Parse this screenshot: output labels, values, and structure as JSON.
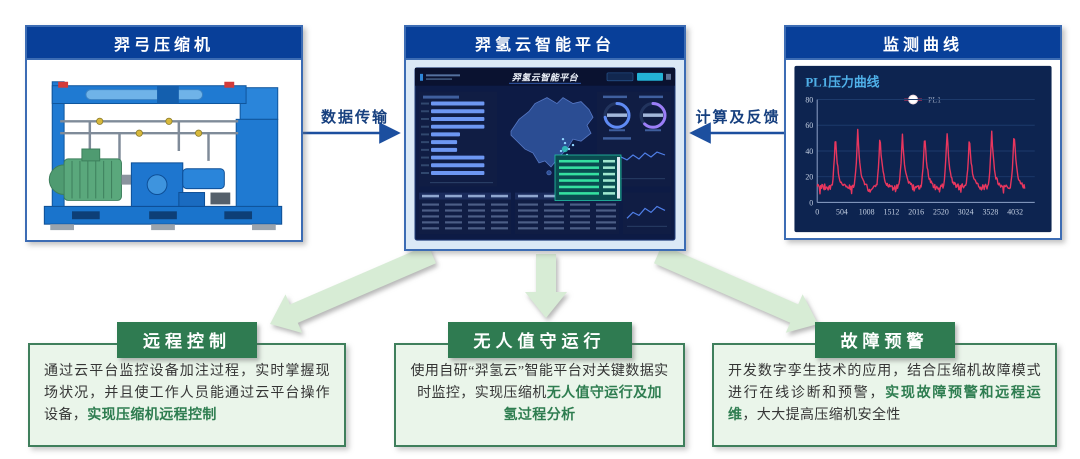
{
  "colors": {
    "header_blue": "#083f99",
    "box_border_blue": "#3c6cb4",
    "arrow_blue": "#1c4f9f",
    "label_blue": "#17407f",
    "panel_green_dark": "#2f7b51",
    "panel_green_light": "#eaf5ea",
    "highlight_green": "#2e7d50",
    "block_arrow_green": "#d7ecd5",
    "chart_line_pink": "#e8365e",
    "chart_panel_navy": "#0d2450"
  },
  "top_boxes": [
    {
      "id": "compressor",
      "title": "羿弓压缩机"
    },
    {
      "id": "platform",
      "title": "羿氢云智能平台"
    },
    {
      "id": "curves",
      "title": "监测曲线"
    }
  ],
  "platform": {
    "dashboard_title": "羿氢云智能平台",
    "dashboard": {
      "bars": [
        0.92,
        0.92,
        0.92,
        0.92,
        0.5,
        0.45,
        0.45,
        0.92,
        0.92,
        0.92
      ],
      "gauges": [
        0.72,
        0.62
      ]
    }
  },
  "flow": {
    "left_label": "数据传输",
    "right_label": "计算及反馈"
  },
  "chart_data": {
    "type": "line",
    "title": "PL1压力曲线",
    "legend": [
      "PL1"
    ],
    "xticks": [
      0,
      504,
      1008,
      1512,
      2016,
      2520,
      3024,
      3528,
      4032
    ],
    "yticks": [
      0,
      20,
      40,
      60,
      80
    ],
    "xlim": [
      0,
      4230
    ],
    "ylim": [
      0,
      80
    ],
    "baseline": 12,
    "peaks_x": [
      370,
      825,
      1280,
      1735,
      2190,
      2645,
      3100,
      3555,
      4010
    ],
    "peaks_y": [
      52,
      56,
      53,
      55,
      55,
      56,
      53,
      55,
      56
    ],
    "series_color": "#e8365e",
    "bg": "#0d2450",
    "grid": true,
    "legend_position": "top-center"
  },
  "bottom_boxes": [
    {
      "title": "远程控制",
      "segments": [
        {
          "t": "通过云平台监控设备加注过程，实时掌握现场状况，并且使工作人员能通过云平台操作设备，",
          "hl": false
        },
        {
          "t": "实现压缩机远程控制",
          "hl": true
        }
      ]
    },
    {
      "title": "无人值守运行",
      "segments": [
        {
          "t": "使用自研“羿氢云”智能平台对关键数据实时监控，实现压缩机",
          "hl": false
        },
        {
          "t": "无人值守运行及加氢过程分析",
          "hl": true
        }
      ]
    },
    {
      "title": "故障预警",
      "segments": [
        {
          "t": "开发数字孪生技术的应用，结合压缩机故障模式进行在线诊断和预警，",
          "hl": false
        },
        {
          "t": "实现故障预警和远程运维",
          "hl": true
        },
        {
          "t": "，大大提高压缩机安全性",
          "hl": false
        }
      ]
    }
  ]
}
